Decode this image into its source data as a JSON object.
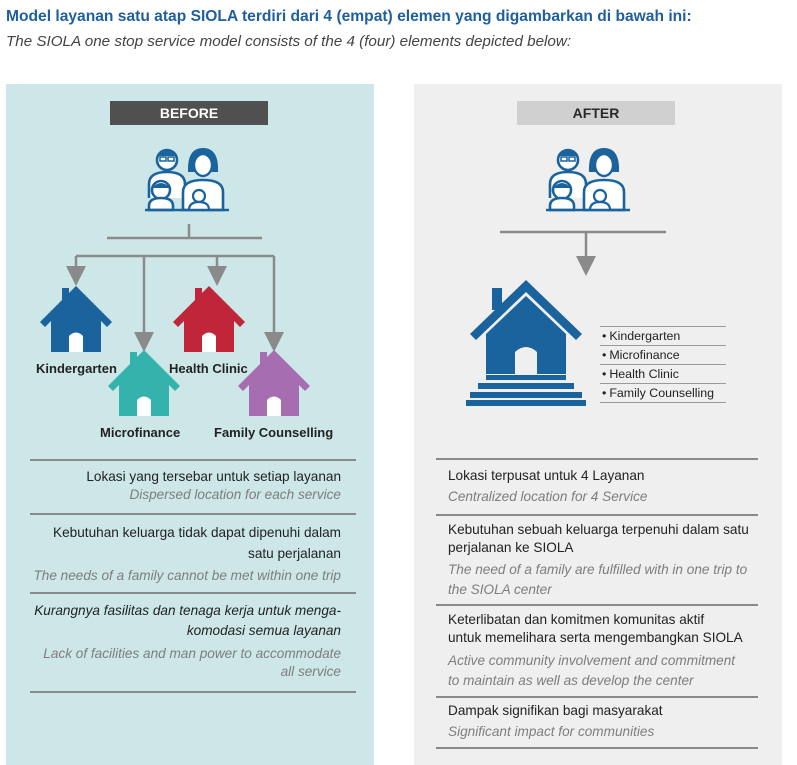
{
  "header": {
    "title_id": "Model layanan satu atap SIOLA terdiri dari 4 (empat) elemen yang digambarkan di bawah ini:",
    "title_en": "The SIOLA one stop service model consists of the 4 (four) elements depicted below:"
  },
  "before": {
    "label": "BEFORE",
    "services": {
      "kindergarten": "Kindergarten",
      "health_clinic": "Health Clinic",
      "microfinance": "Microfinance",
      "family_counselling": "Family Counselling"
    },
    "points": [
      {
        "id_lines": [
          "Lokasi yang tersebar untuk setiap layanan"
        ],
        "en_lines": [
          "Dispersed location for each service"
        ]
      },
      {
        "id_lines": [
          "Kebutuhan keluarga tidak dapat dipenuhi dalam",
          "satu perjalanan"
        ],
        "en_lines": [
          "The needs of a family cannot be met within one trip"
        ]
      },
      {
        "id_lines": [
          "Kurangnya fasilitas dan tenaga kerja untuk menga-",
          "komodasi semua layanan"
        ],
        "en_lines": [
          "Lack of facilities and man power to accommodate",
          "all service"
        ]
      }
    ]
  },
  "after": {
    "label": "AFTER",
    "services": [
      "Kindergarten",
      "Microfinance",
      "Health Clinic",
      "Family Counselling"
    ],
    "points": [
      {
        "id_lines": [
          "Lokasi terpusat untuk 4 Layanan"
        ],
        "en_lines": [
          "Centralized location for 4 Service"
        ]
      },
      {
        "id_lines": [
          "Kebutuhan sebuah keluarga terpenuhi dalam satu",
          "perjalanan ke SIOLA"
        ],
        "en_lines": [
          "The need of a family are fulfilled with in one trip to",
          "the SIOLA center"
        ]
      },
      {
        "id_lines": [
          "Keterlibatan dan komitmen komunitas aktif",
          "untuk memelihara serta mengembangkan SIOLA"
        ],
        "en_lines": [
          "Active community  involvement and commitment",
          "to maintain as well as develop the center"
        ]
      },
      {
        "id_lines": [
          "Dampak signifikan bagi masyarakat"
        ],
        "en_lines": [
          "Significant impact for communities"
        ]
      }
    ]
  },
  "colors": {
    "title_blue": "#1f5f9e",
    "house_blue": "#1a639c",
    "house_red": "#c0253a",
    "house_teal": "#33b3ac",
    "house_purple": "#a66db0",
    "before_bg": "#cde7e8",
    "after_bg": "#efefef"
  },
  "icons": {
    "family": "family-icon",
    "house": "house-icon"
  }
}
